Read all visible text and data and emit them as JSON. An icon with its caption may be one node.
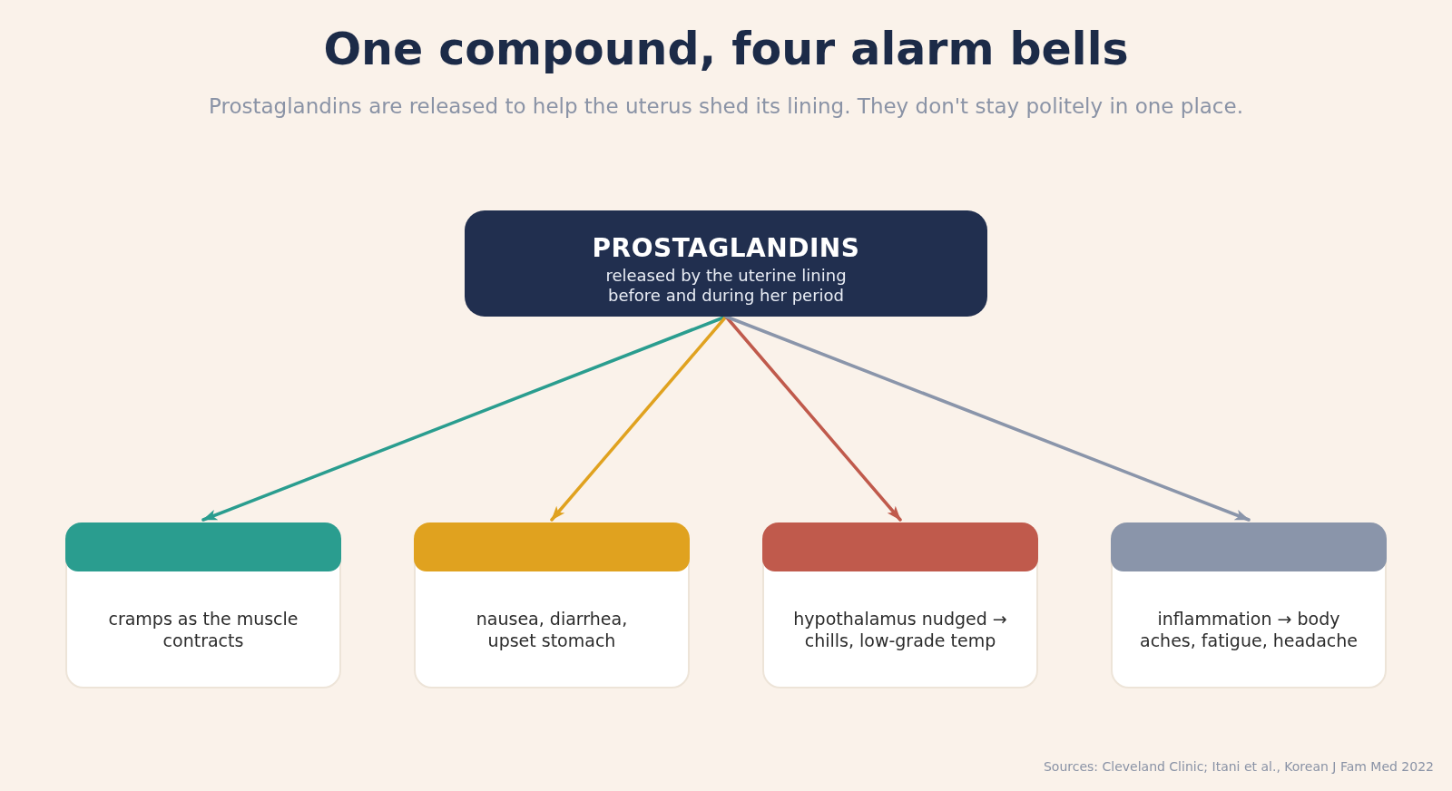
{
  "diagram": {
    "title": "One compound, four alarm bells",
    "caption": "Prostaglandins are released to help the uterus shed its lining. They don't stay politely in one place.",
    "nodes": [
      {
        "text": [
          "PROSTAGLANDINS",
          "released by the uterine lining before and during her period"
        ]
      },
      {
        "text": [
          "cramps as the muscle contracts"
        ]
      },
      {
        "text": [
          "nausea, diarrhea, upset stomach"
        ]
      },
      {
        "text": [
          "hypothalamus nudged → chills, low-grade temp"
        ]
      },
      {
        "text": [
          "inflammation → body aches, fatigue, headache"
        ]
      }
    ],
    "edges": [
      {
        "from": 0,
        "to": 1,
        "arrow": "to",
        "color": "#2a9d8f"
      },
      {
        "from": 0,
        "to": 2,
        "arrow": "to",
        "color": "#e0a21f"
      },
      {
        "from": 0,
        "to": 3,
        "arrow": "to",
        "color": "#c05a4c"
      },
      {
        "from": 0,
        "to": 4,
        "arrow": "to",
        "color": "#8a95aa"
      }
    ],
    "labels": [
      "Sources: Cleveland Clinic; Itani et al., Korean J Fam Med 2022"
    ]
  }
}
